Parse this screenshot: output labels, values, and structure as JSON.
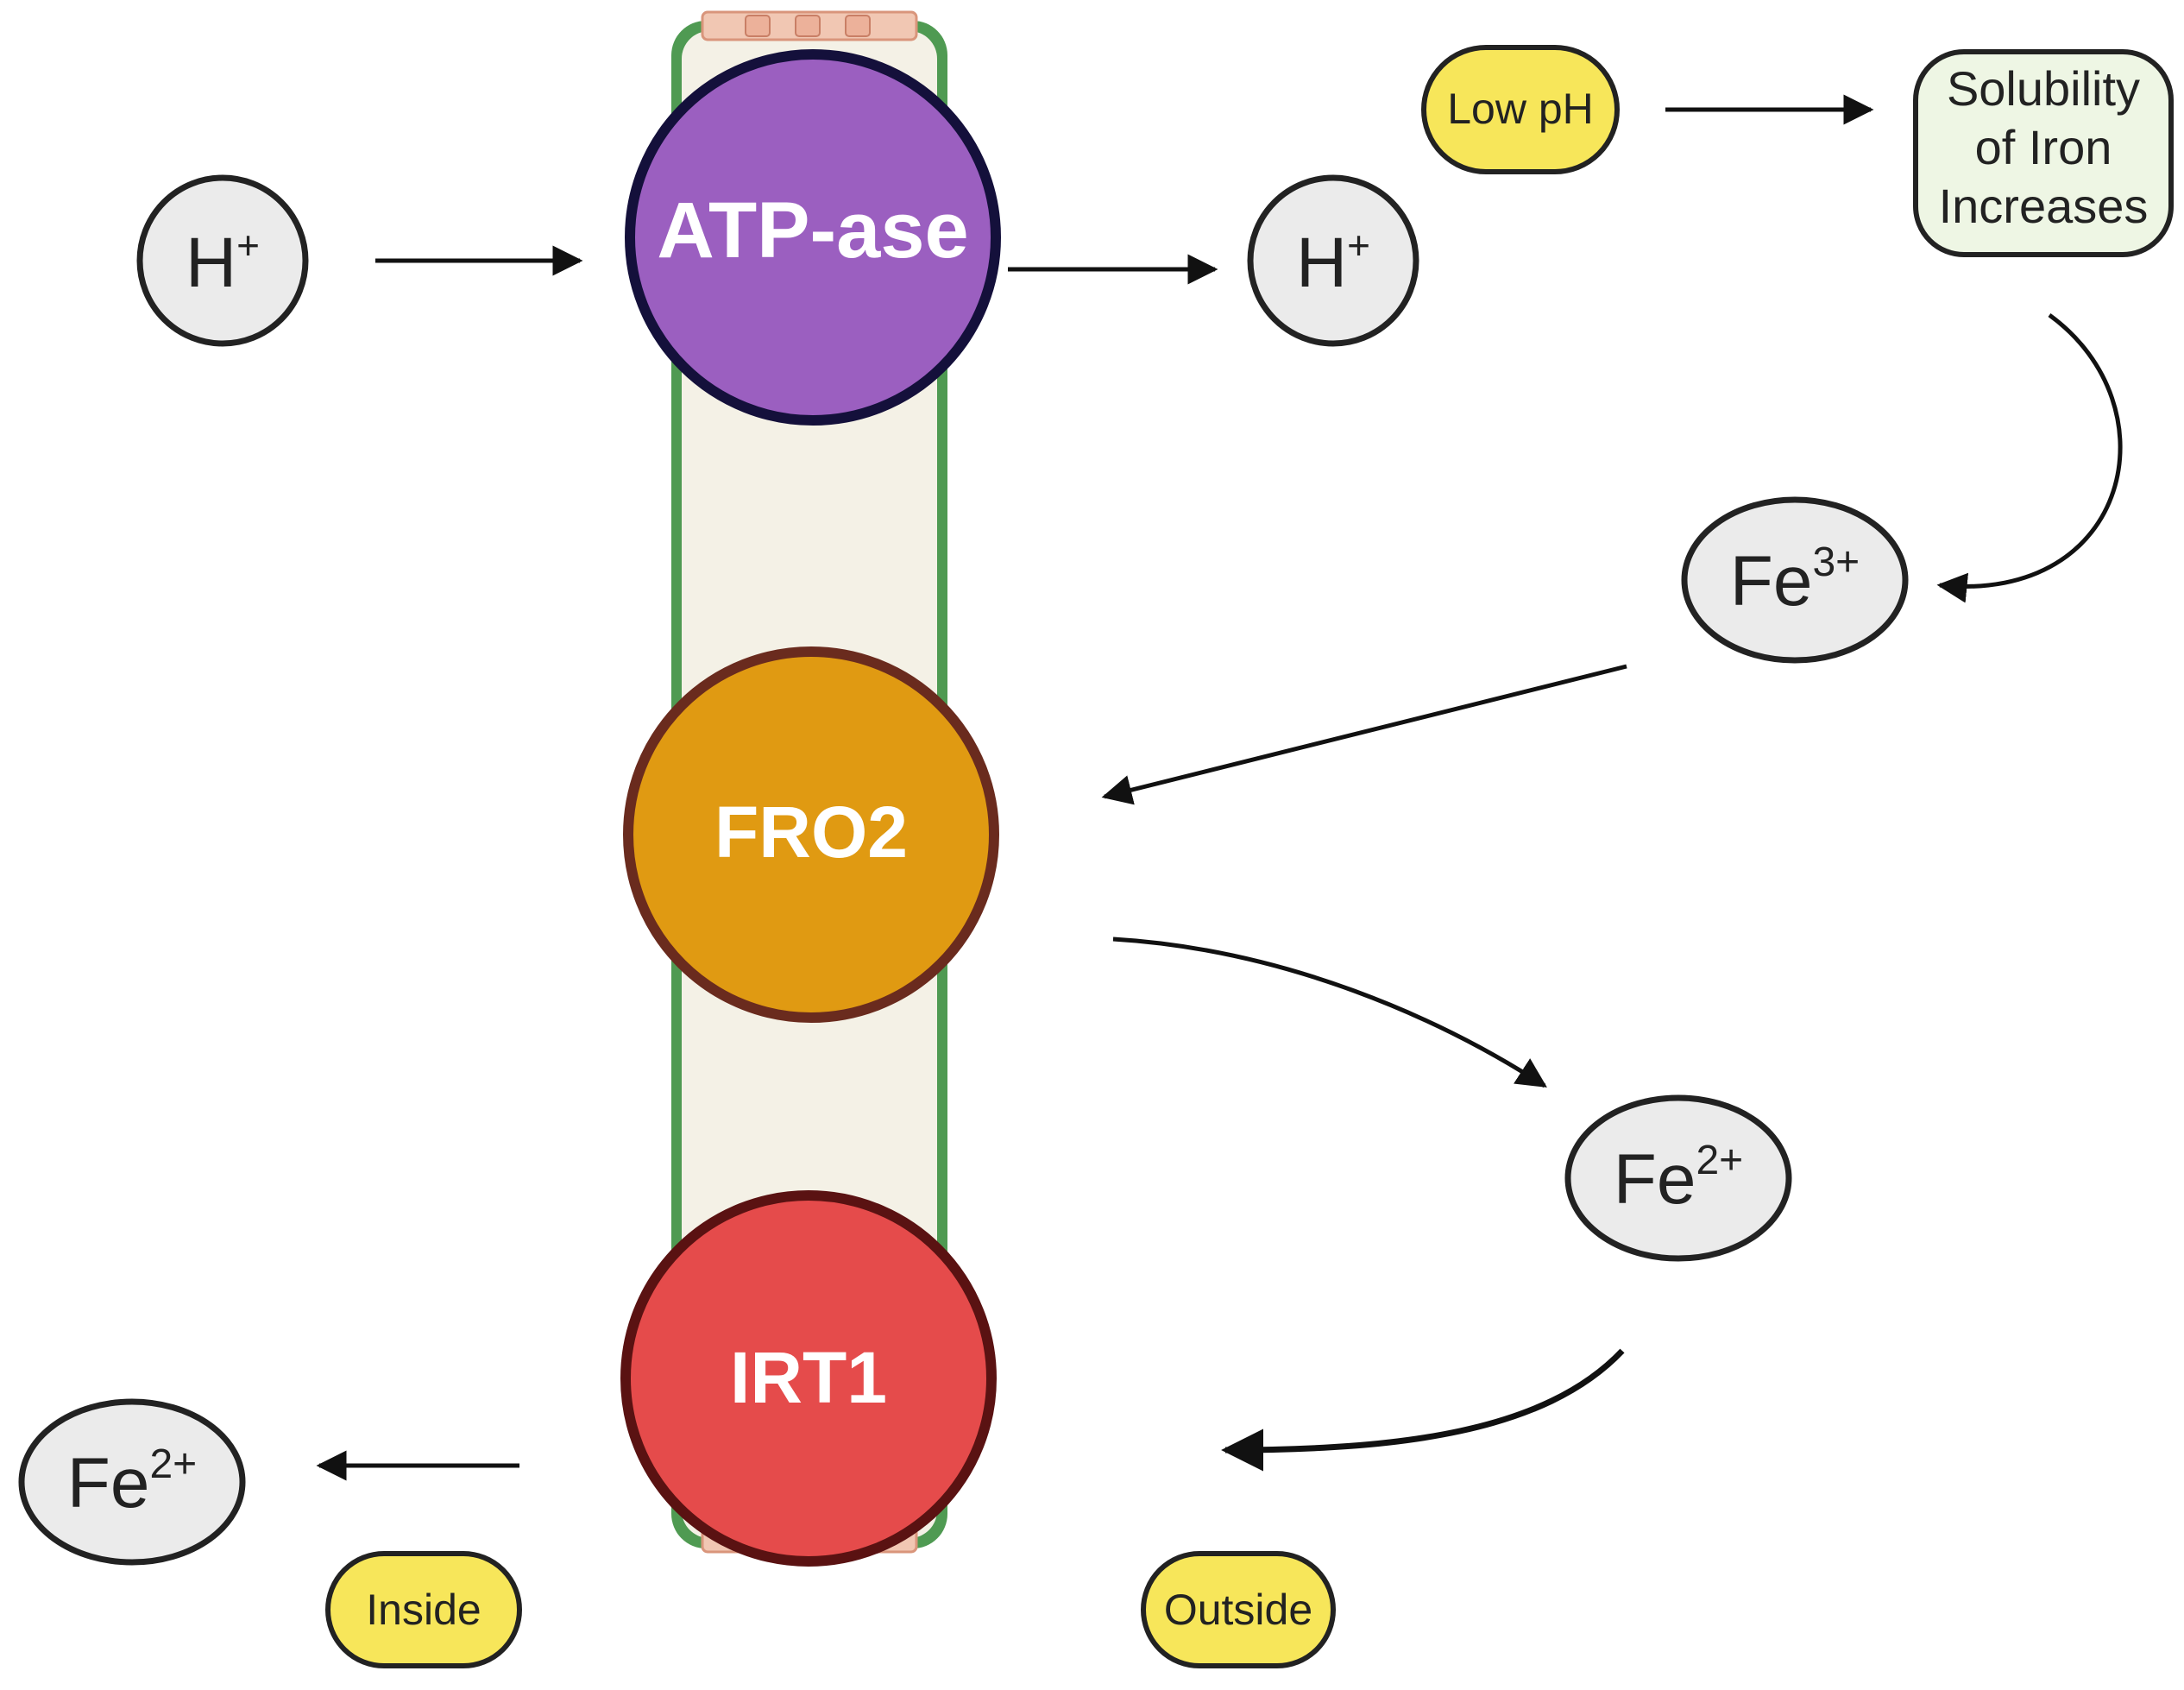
{
  "proteins": {
    "atpase": {
      "label": "ATP-ase",
      "color": "#9b5fc0"
    },
    "fro2": {
      "label": "FRO2",
      "color": "#e09a12"
    },
    "irt1": {
      "label": "IRT1",
      "color": "#e54b4b"
    }
  },
  "ions": {
    "h_inside": {
      "symbol": "H",
      "charge": "+"
    },
    "h_outside": {
      "symbol": "H",
      "charge": "+"
    },
    "fe3_outside": {
      "symbol": "Fe",
      "charge": "3+"
    },
    "fe2_outside": {
      "symbol": "Fe",
      "charge": "2+"
    },
    "fe2_inside": {
      "symbol": "Fe",
      "charge": "2+"
    }
  },
  "tags": {
    "low_ph": "Low pH",
    "inside": "Inside",
    "outside": "Outside"
  },
  "solubility_box": {
    "lines": [
      "Solubility",
      "of Iron",
      "Increases"
    ]
  },
  "colors": {
    "membrane_fill": "#f4f1e6",
    "membrane_border": "#4f9a52",
    "tag_fill": "#f7e65a",
    "ion_fill": "#ebebeb",
    "solubility_fill": "#eef6e4"
  }
}
